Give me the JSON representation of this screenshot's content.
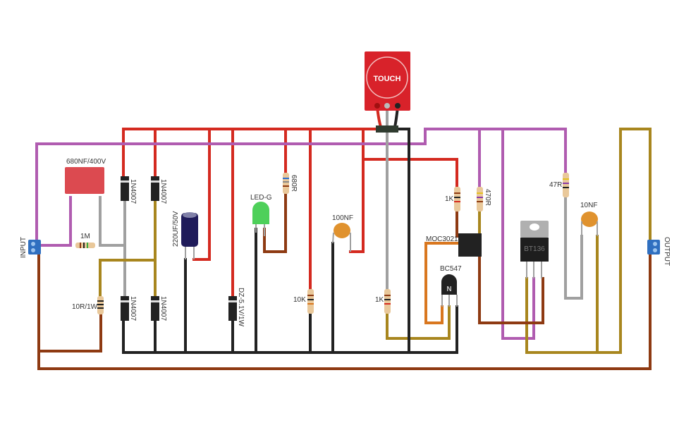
{
  "labels": {
    "input": "INPUT",
    "output": "OUTPUT",
    "cap_x2": "680NF/400V",
    "r_1m": "1M",
    "r_10r": "10R/1W",
    "d1": "1N4007",
    "d2": "1N4007",
    "d3": "1N4007",
    "d4": "1N4007",
    "c_220": "220UF/50V",
    "zener": "DZ-5.1V/1W",
    "led": "LED-G",
    "r_680": "680R",
    "r_10k": "10K",
    "c_100n": "100NF",
    "touch": "TOUCH",
    "r_1k_a": "1K",
    "r_1k_b": "1K",
    "r_470": "470R",
    "moc": "MOC3021",
    "bc547": "BC547",
    "npn_mark": "N",
    "triac": "BT136",
    "r_47": "47R",
    "c_10n": "10NF"
  },
  "colors": {
    "red": "#d42a20",
    "purple": "#b05cb0",
    "gray": "#a0a0a0",
    "black": "#222222",
    "brown": "#8e3a12",
    "olive": "#a8861e",
    "orange": "#d9771f"
  }
}
